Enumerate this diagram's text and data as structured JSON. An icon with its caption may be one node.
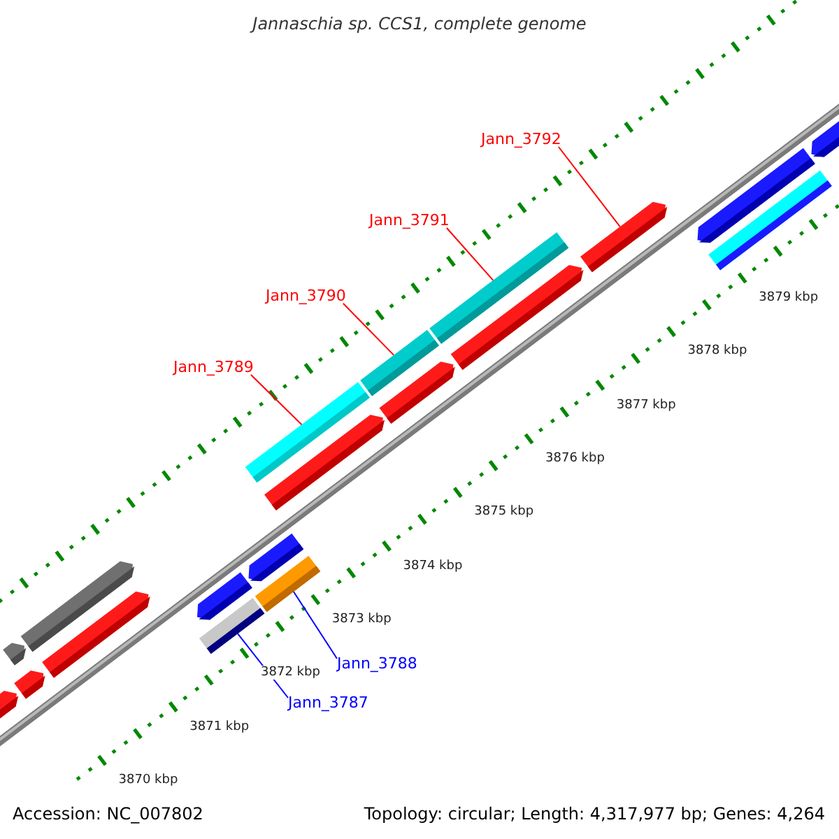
{
  "diagram": {
    "title": "Jannaschia sp. CCS1, complete genome",
    "nodes": [
      {
        "text": [
          "Jann_3792"
        ]
      },
      {
        "text": [],
        "shape": "bar"
      },
      {
        "text": [
          "Jann_3791"
        ]
      },
      {
        "text": [],
        "shape": "bar"
      },
      {
        "text": [
          "Jann_3790"
        ]
      },
      {
        "text": [],
        "shape": "bar"
      },
      {
        "text": [
          "Jann_3789"
        ]
      },
      {
        "text": [],
        "shape": "bar"
      },
      {
        "text": [
          "Jann_3788"
        ]
      },
      {
        "text": [],
        "shape": "bar"
      },
      {
        "text": [
          "Jann_3787"
        ]
      },
      {
        "text": [],
        "shape": "bar"
      },
      {
        "text": [],
        "shape": "bar"
      },
      {
        "text": [],
        "shape": "bar"
      },
      {
        "text": [],
        "shape": "bar"
      },
      {
        "text": [],
        "shape": "bar"
      },
      {
        "text": [],
        "shape": "bar"
      },
      {
        "text": [],
        "shape": "bar"
      },
      {
        "text": [],
        "shape": "bar"
      },
      {
        "text": [],
        "shape": "bar"
      },
      {
        "text": [],
        "shape": "bar"
      },
      {
        "text": [],
        "shape": "bar"
      },
      {
        "text": [],
        "shape": "bar"
      },
      {
        "text": [],
        "shape": "bar"
      },
      {
        "text": [],
        "shape": "bar"
      }
    ],
    "edges": [
      {
        "from": 0,
        "to": 1,
        "arrow": "none"
      },
      {
        "from": 2,
        "to": 3,
        "arrow": "none"
      },
      {
        "from": 4,
        "to": 5,
        "arrow": "none"
      },
      {
        "from": 6,
        "to": 7,
        "arrow": "none"
      },
      {
        "from": 8,
        "to": 9,
        "arrow": "none",
        "color": "#0000ff"
      },
      {
        "from": 10,
        "to": 11,
        "arrow": "none",
        "color": "#0000ff"
      }
    ],
    "labels": [
      "3879 kbp",
      "3878 kbp",
      "3877 kbp",
      "3876 kbp",
      "3875 kbp",
      "3874 kbp",
      "3873 kbp",
      "3872 kbp",
      "3871 kbp",
      "3870 kbp",
      "Accession: NC_007802",
      "Topology: circular; Length: 4,317,977 bp; Genes: 4,264"
    ]
  }
}
